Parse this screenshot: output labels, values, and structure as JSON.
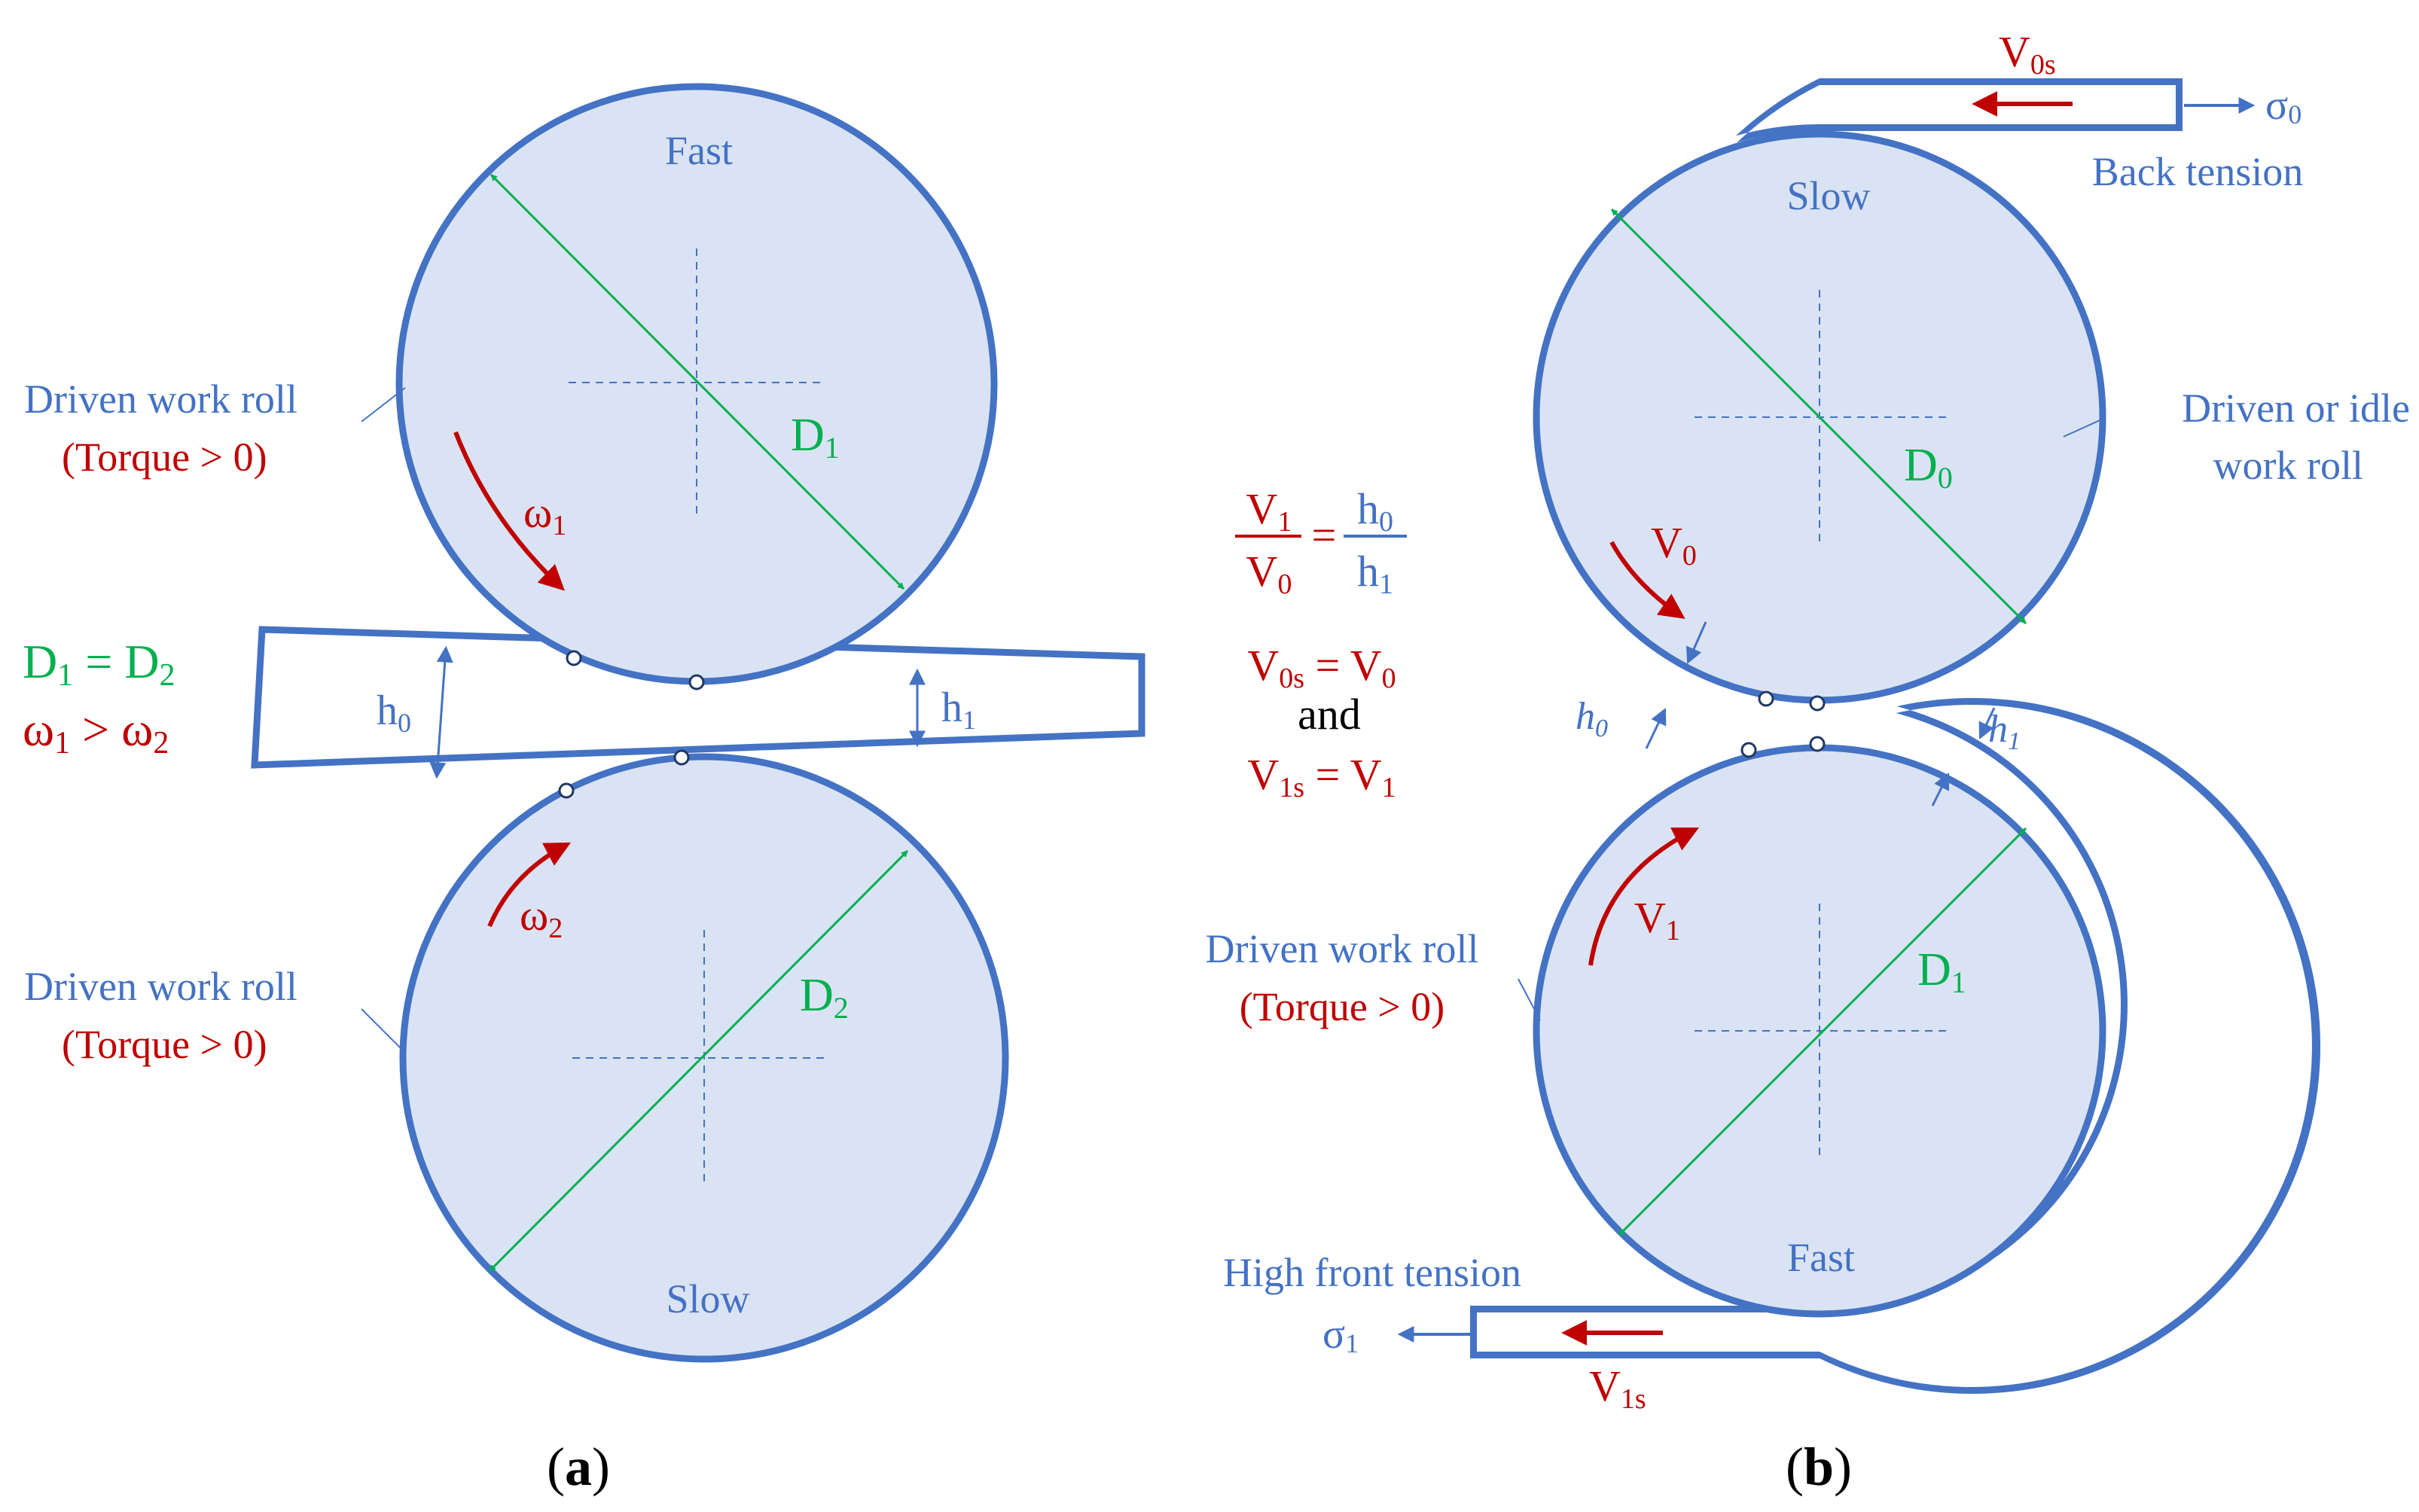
{
  "colors": {
    "roll_fill": "#dae3f3",
    "roll_stroke": "#4472c4",
    "label_blue": "#4472c4",
    "label_red": "#c00000",
    "label_green": "#00b050"
  },
  "panel_a": {
    "caption_open": "(",
    "caption_letter": "a",
    "caption_close": ")",
    "top_roll_speed": "Fast",
    "bottom_roll_speed": "Slow",
    "top_roll_label_line1": "Driven work roll",
    "top_roll_label_line2": "(Torque > 0)",
    "bottom_roll_label_line1": "Driven work roll",
    "bottom_roll_label_line2": "(Torque > 0)",
    "top_diameter": {
      "base": "D",
      "sub": "1"
    },
    "bottom_diameter": {
      "base": "D",
      "sub": "2"
    },
    "omega_top": {
      "base": "ω",
      "sub": "1"
    },
    "omega_bottom": {
      "base": "ω",
      "sub": "2"
    },
    "entry_thickness": {
      "base": "h",
      "sub": "0"
    },
    "exit_thickness": {
      "base": "h",
      "sub": "1"
    },
    "condition_1": {
      "a": "D",
      "a_sub": "1",
      "op": " = ",
      "b": "D",
      "b_sub": "2"
    },
    "condition_2": {
      "a": "ω",
      "a_sub": "1",
      "op": " > ",
      "b": "ω",
      "b_sub": "2"
    }
  },
  "equations": {
    "ratio_left_num": {
      "base": "V",
      "sub": "1"
    },
    "ratio_left_den": {
      "base": "V",
      "sub": "0"
    },
    "equals": "=",
    "ratio_right_num": {
      "base": "h",
      "sub": "0"
    },
    "ratio_right_den": {
      "base": "h",
      "sub": "1"
    },
    "eq1": {
      "a": "V",
      "a_sub": "0s",
      "op": " = ",
      "b": "V",
      "b_sub": "0"
    },
    "and": "and",
    "eq2": {
      "a": "V",
      "a_sub": "1s",
      "op": " = ",
      "b": "V",
      "b_sub": "1"
    }
  },
  "panel_b": {
    "caption_open": "(",
    "caption_letter": "b",
    "caption_close": ")",
    "top_roll_speed": "Slow",
    "bottom_roll_speed": "Fast",
    "top_roll_label_line1": "Driven or idle",
    "top_roll_label_line2": "work roll",
    "bottom_roll_label_line1": "Driven work roll",
    "bottom_roll_label_line2": "(Torque > 0)",
    "top_diameter": {
      "base": "D",
      "sub": "0"
    },
    "bottom_diameter": {
      "base": "D",
      "sub": "1"
    },
    "v_top": {
      "base": "V",
      "sub": "0"
    },
    "v_bottom": {
      "base": "V",
      "sub": "1"
    },
    "entry_thickness": {
      "base": "h",
      "sub": "0"
    },
    "exit_thickness": {
      "base": "h",
      "sub": "1"
    },
    "v_strip_in": {
      "base": "V",
      "sub": "0s"
    },
    "v_strip_out": {
      "base": "V",
      "sub": "1s"
    },
    "sigma_back": {
      "base": "σ",
      "sub": "0"
    },
    "sigma_front": {
      "base": "σ",
      "sub": "1"
    },
    "back_tension": "Back tension",
    "front_tension": "High front tension"
  }
}
